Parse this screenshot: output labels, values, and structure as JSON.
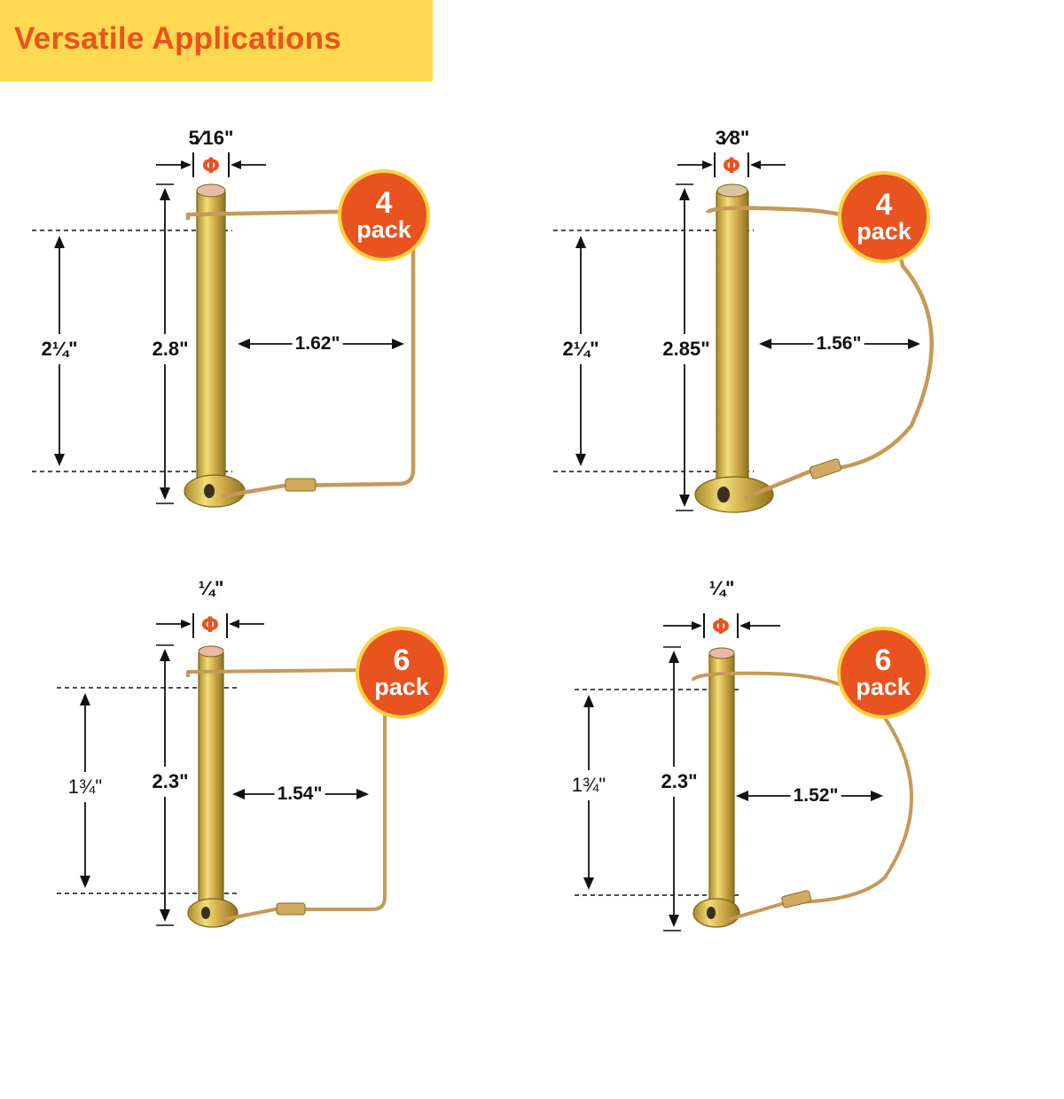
{
  "banner": {
    "title": "Versatile Applications"
  },
  "colors": {
    "accent_orange": "#e8531f",
    "banner_yellow": "#fdd850",
    "badge_ring": "#fdd13a",
    "metal_brass": "#d9b84a"
  },
  "icons": {
    "diameter": "diameter-phi-icon"
  },
  "products": [
    {
      "clip_style": "square",
      "diameter_fraction": "5⁄16\"",
      "badge_count": "4",
      "badge_unit": "pack",
      "usable_length": "2¼\"",
      "pin_length": "2.8\"",
      "clip_width": "1.62\""
    },
    {
      "clip_style": "round",
      "diameter_fraction": "3⁄8\"",
      "badge_count": "4",
      "badge_unit": "pack",
      "usable_length": "2¼\"",
      "pin_length": "2.85\"",
      "clip_width": "1.56\""
    },
    {
      "clip_style": "square",
      "diameter_fraction": "¼\"",
      "badge_count": "6",
      "badge_unit": "pack",
      "usable_length": "1¾\"",
      "pin_length": "2.3\"",
      "clip_width": "1.54\""
    },
    {
      "clip_style": "round",
      "diameter_fraction": "¼\"",
      "badge_count": "6",
      "badge_unit": "pack",
      "usable_length": "1¾\"",
      "pin_length": "2.3\"",
      "clip_width": "1.52\""
    }
  ]
}
